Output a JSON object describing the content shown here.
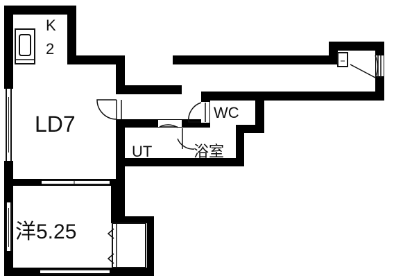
{
  "floor_plan": {
    "rooms": {
      "kitchen": "K",
      "kitchen_count": "2",
      "living_dining": "LD7",
      "wc": "WC",
      "utility": "UT",
      "bathroom": "浴室",
      "western_room": "洋5.25"
    }
  },
  "colors": {
    "wall": "#000000",
    "background": "#ffffff",
    "line": "#111111"
  }
}
